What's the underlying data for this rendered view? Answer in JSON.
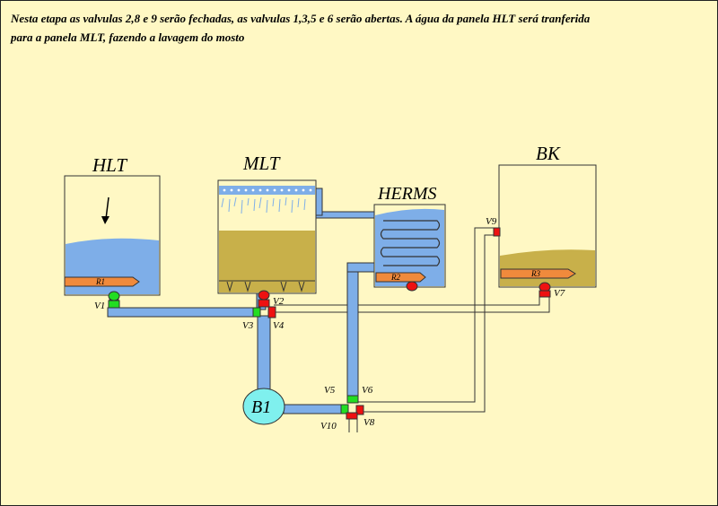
{
  "caption": {
    "line1": "Nesta etapa as valvulas 2,8 e 9 serão fechadas, as valvulas 1,3,5 e 6 serão abertas. A água da panela HLT será tranferida",
    "line2": "para a panela MLT, fazendo  a lavagem do mosto"
  },
  "vessels": {
    "hlt": "HLT",
    "mlt": "MLT",
    "herms": "HERMS",
    "bk": "BK"
  },
  "resistances": {
    "r1": "R1",
    "r2": "R2",
    "r3": "R3"
  },
  "pump": "B1",
  "valves": {
    "v1": "V1",
    "v2": "V2",
    "v3": "V3",
    "v4": "V4",
    "v5": "V5",
    "v6": "V6",
    "v7": "V7",
    "v8": "V8",
    "v9": "V9",
    "v10": "V10"
  },
  "valve_states": {
    "open": [
      "V1",
      "V3",
      "V5",
      "V6"
    ],
    "closed": [
      "V2",
      "V4",
      "V7",
      "V8",
      "V9",
      "V10"
    ]
  },
  "colors": {
    "background": "#fff8c4",
    "water": "#7eaee8",
    "wort": "#c8b04a",
    "valve_open": "#22dd22",
    "valve_closed": "#ee1111",
    "pump": "#7ff0ee",
    "resistance": "#f08a3c"
  }
}
